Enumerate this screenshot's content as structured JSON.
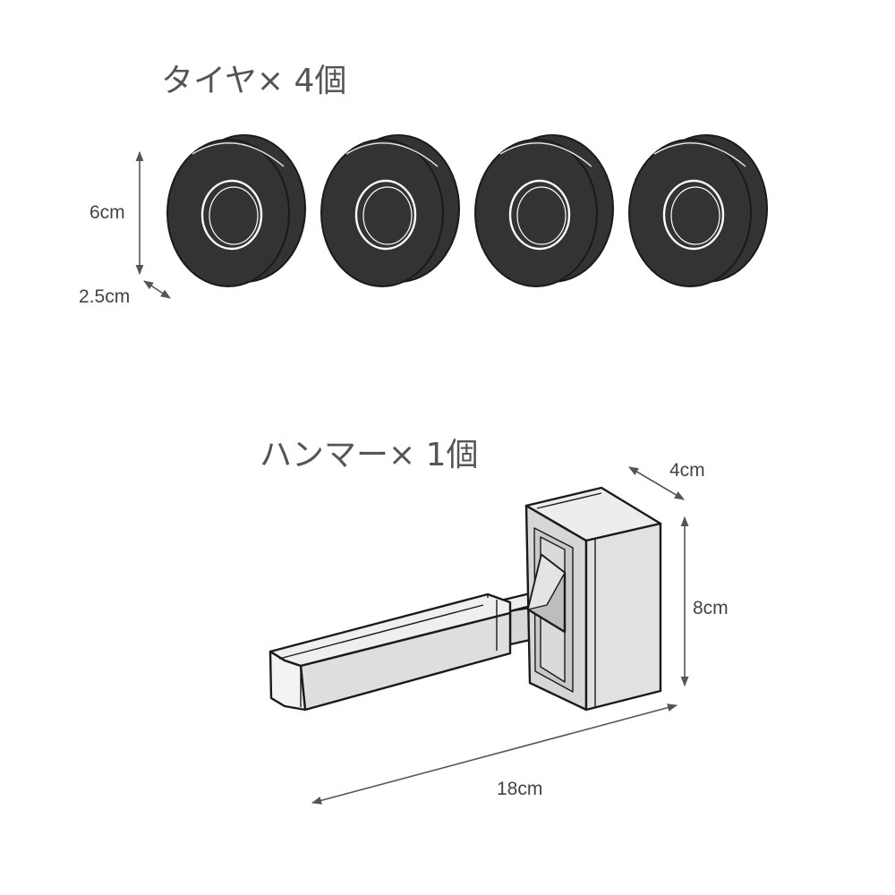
{
  "tires": {
    "heading": "タイヤ× 4個",
    "count": 4,
    "diameter_label": "6cm",
    "thickness_label": "2.5cm",
    "color": "#333333"
  },
  "hammer": {
    "heading": "ハンマー× 1個",
    "count": 1,
    "depth_label": "4cm",
    "height_label": "8cm",
    "length_label": "18cm",
    "color": "#e2e2e2"
  }
}
